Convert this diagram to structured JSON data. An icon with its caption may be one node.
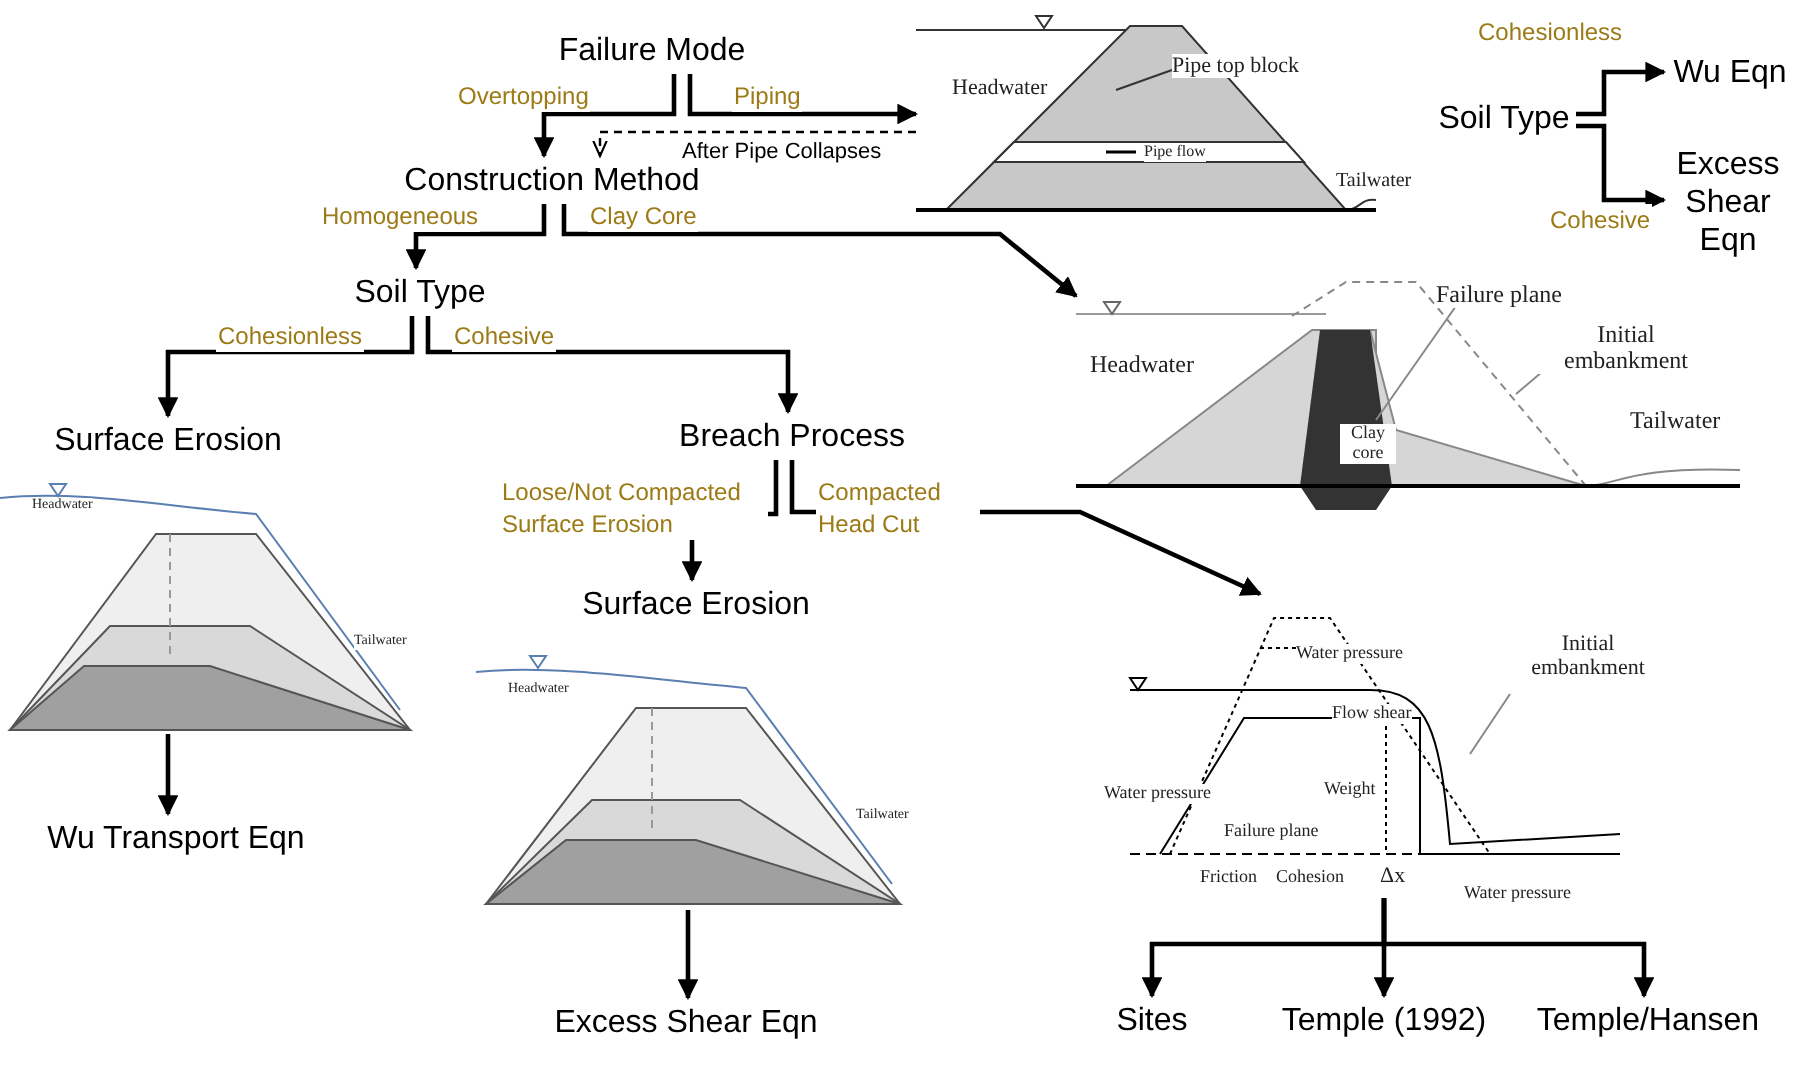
{
  "diagram": {
    "nodes": [
      {
        "text": [
          "Failure Mode"
        ]
      },
      {
        "text": [
          "Construction Method"
        ]
      },
      {
        "text": [
          "Headwater",
          "Pipe top block",
          "Pipe flow",
          "Tailwater"
        ]
      },
      {
        "text": [
          "Soil Type"
        ]
      },
      {
        "text": [
          "Wu Eqn"
        ]
      },
      {
        "text": [
          "Excess Shear Eqn"
        ]
      },
      {
        "text": [
          "Soil Type"
        ]
      },
      {
        "text": [
          "Failure plane",
          "Initial embankment",
          "Headwater",
          "Clay core",
          "Tailwater"
        ]
      },
      {
        "text": [
          "Surface Erosion"
        ]
      },
      {
        "text": [
          "Breach Process"
        ]
      },
      {
        "text": [
          "Headwater",
          "Tailwater"
        ]
      },
      {
        "text": [
          "Surface Erosion"
        ]
      },
      {
        "text": [
          "Water pressure",
          "Initial embankment",
          "Flow shear",
          "Weight",
          "Water pressure",
          "Failure plane",
          "Friction",
          "Cohesion",
          "Δx",
          "Water pressure"
        ]
      },
      {
        "text": [
          "Headwater",
          "Tailwater"
        ]
      },
      {
        "text": [
          "Wu Transport Eqn"
        ]
      },
      {
        "text": [
          "Excess Shear Eqn"
        ]
      },
      {
        "text": [
          "Sites"
        ]
      },
      {
        "text": [
          "Temple (1992)"
        ]
      },
      {
        "text": [
          "Temple/Hansen"
        ]
      }
    ],
    "edges": [
      {
        "from": 0,
        "to": 1,
        "arrow": "to",
        "label": "Overtopping"
      },
      {
        "from": 0,
        "to": 2,
        "arrow": "to",
        "label": "Piping"
      },
      {
        "from": 2,
        "to": 1,
        "arrow": "to",
        "label": "After Pipe Collapses",
        "style": "dashed"
      },
      {
        "from": 3,
        "to": 4,
        "arrow": "to",
        "label": "Cohesionless"
      },
      {
        "from": 3,
        "to": 5,
        "arrow": "to",
        "label": "Cohesive"
      },
      {
        "from": 1,
        "to": 6,
        "arrow": "to",
        "label": "Homogeneous"
      },
      {
        "from": 1,
        "to": 7,
        "arrow": "to",
        "label": "Clay Core"
      },
      {
        "from": 6,
        "to": 8,
        "arrow": "to",
        "label": "Cohesionless"
      },
      {
        "from": 6,
        "to": 9,
        "arrow": "to",
        "label": "Cohesive"
      },
      {
        "from": 9,
        "to": 11,
        "arrow": "to",
        "label": "Loose/Not Compacted Surface Erosion"
      },
      {
        "from": 9,
        "to": 12,
        "arrow": "to",
        "label": "Compacted Head Cut"
      },
      {
        "from": 10,
        "to": 14,
        "arrow": "to"
      },
      {
        "from": 13,
        "to": 15,
        "arrow": "to"
      },
      {
        "from": 12,
        "to": 16,
        "arrow": "to"
      },
      {
        "from": 12,
        "to": 17,
        "arrow": "to"
      },
      {
        "from": 12,
        "to": 18,
        "arrow": "to"
      }
    ]
  }
}
